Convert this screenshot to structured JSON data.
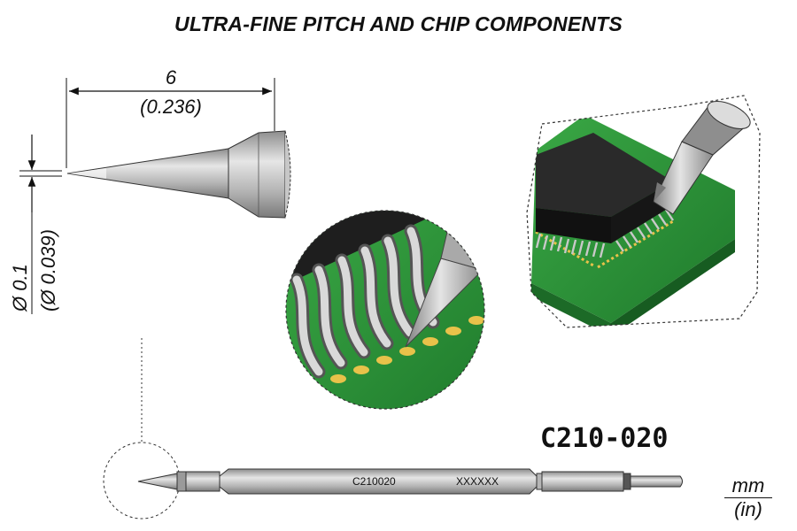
{
  "title": "ULTRA-FINE PITCH AND CHIP COMPONENTS",
  "part_number": "C210-020",
  "dimensions": {
    "length_mm": "6",
    "length_in": "(0.236)",
    "diameter_mm": "Ø 0.1",
    "diameter_in": "(Ø 0.039)"
  },
  "shaft": {
    "model_code": "C210020",
    "serial": "XXXXXX"
  },
  "units": {
    "top": "mm",
    "bottom": "(in)"
  },
  "colors": {
    "pcb_green": "#2f9a3c",
    "pad_gold": "#e8c24a",
    "steel": "#b9b9b9",
    "chip_black": "#1e1e1e"
  }
}
